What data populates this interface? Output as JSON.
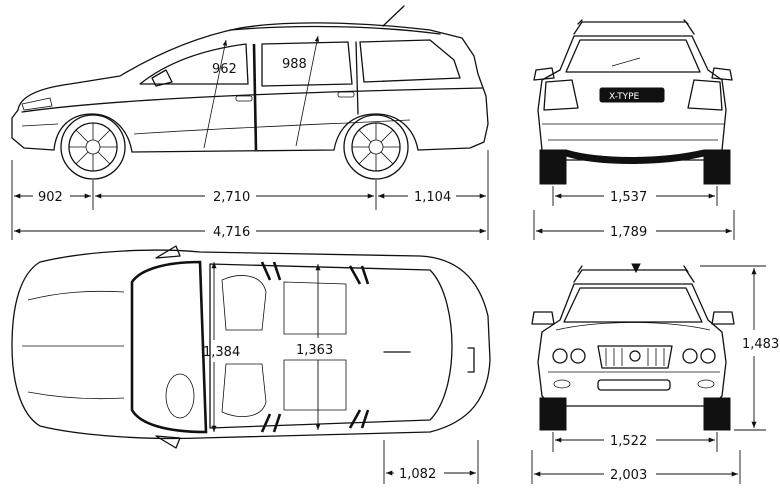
{
  "side_view": {
    "interior_labels": {
      "front_headroom": "962",
      "rear_headroom": "988"
    },
    "dimensions": {
      "front_overhang": "902",
      "wheelbase": "2,710",
      "rear_overhang": "1,104",
      "overall_length": "4,716"
    }
  },
  "rear_view": {
    "plate_text": "X-TYPE",
    "dimensions": {
      "rear_track": "1,537",
      "overall_width": "1,789"
    }
  },
  "top_view": {
    "dimensions": {
      "front_shoulder_width": "1,384",
      "rear_shoulder_width": "1,363",
      "rear_load_length": "1,082"
    }
  },
  "front_view": {
    "dimensions": {
      "front_track": "1,522",
      "overall_height": "1,483",
      "mirror_width": "2,003"
    }
  }
}
